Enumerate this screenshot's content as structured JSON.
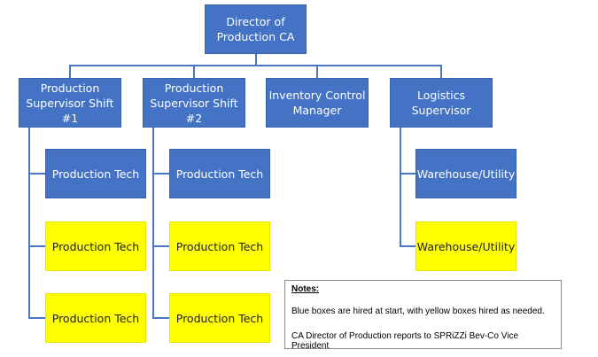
{
  "org_chart": {
    "director": "Director of\nProduction CA",
    "managers": [
      {
        "label": "Production\nSupervisor Shift #1"
      },
      {
        "label": "Production\nSupervisor Shift #2"
      },
      {
        "label": "Inventory Control\nManager"
      },
      {
        "label": "Logistics\nSupervisor"
      }
    ],
    "shift1_staff": [
      {
        "label": "Production Tech",
        "status": "hired at start",
        "color": "#4472c4"
      },
      {
        "label": "Production Tech",
        "status": "hired as needed",
        "color": "#ffff00"
      },
      {
        "label": "Production Tech",
        "status": "hired as needed",
        "color": "#ffff00"
      }
    ],
    "shift2_staff": [
      {
        "label": "Production Tech",
        "status": "hired at start",
        "color": "#4472c4"
      },
      {
        "label": "Production Tech",
        "status": "hired as needed",
        "color": "#ffff00"
      },
      {
        "label": "Production Tech",
        "status": "hired as needed",
        "color": "#ffff00"
      }
    ],
    "logistics_staff": [
      {
        "label": "Warehouse/Utility",
        "status": "hired at start",
        "color": "#4472c4"
      },
      {
        "label": "Warehouse/Utility",
        "status": "hired as needed",
        "color": "#ffff00"
      }
    ]
  },
  "notes": {
    "title": "Notes:",
    "line1": "Blue boxes are hired at start, with yellow boxes hired as needed.",
    "line2": "CA Director of Production reports to SPRiZZi Bev-Co Vice President"
  },
  "colors": {
    "hired_at_start": "#4472c4",
    "hired_as_needed": "#ffff00",
    "connector": "#4a76c6"
  }
}
